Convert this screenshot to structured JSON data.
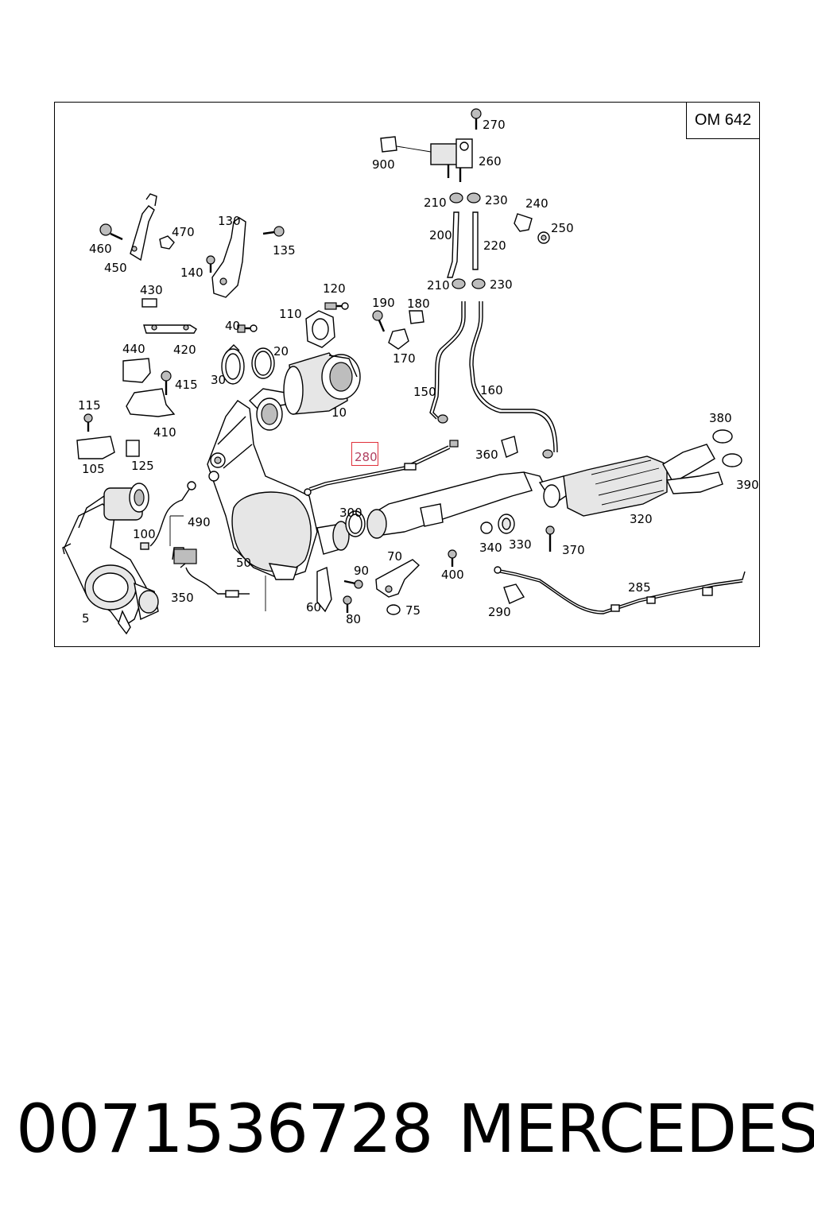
{
  "diagram": {
    "engine_code": "OM 642",
    "highlighted_callout": "280",
    "callouts": {
      "c5": "5",
      "c10": "10",
      "c20": "20",
      "c30": "30",
      "c40": "40",
      "c50": "50",
      "c60": "60",
      "c70": "70",
      "c75": "75",
      "c80": "80",
      "c90": "90",
      "c100": "100",
      "c105": "105",
      "c110": "110",
      "c115": "115",
      "c120": "120",
      "c125": "125",
      "c130": "130",
      "c135": "135",
      "c140": "140",
      "c150": "150",
      "c160": "160",
      "c170": "170",
      "c180": "180",
      "c190": "190",
      "c200": "200",
      "c210a": "210",
      "c210b": "210",
      "c220": "220",
      "c230a": "230",
      "c230b": "230",
      "c240": "240",
      "c250": "250",
      "c260": "260",
      "c270": "270",
      "c280": "280",
      "c285": "285",
      "c290": "290",
      "c300": "300",
      "c320": "320",
      "c330": "330",
      "c340": "340",
      "c350": "350",
      "c360": "360",
      "c370": "370",
      "c380": "380",
      "c390": "390",
      "c400": "400",
      "c410": "410",
      "c415": "415",
      "c420": "420",
      "c430": "430",
      "c440": "440",
      "c450": "450",
      "c460": "460",
      "c470": "470",
      "c490": "490",
      "c900": "900"
    }
  },
  "footer": {
    "part_number": "0071536728",
    "brand": "MERCEDES"
  }
}
